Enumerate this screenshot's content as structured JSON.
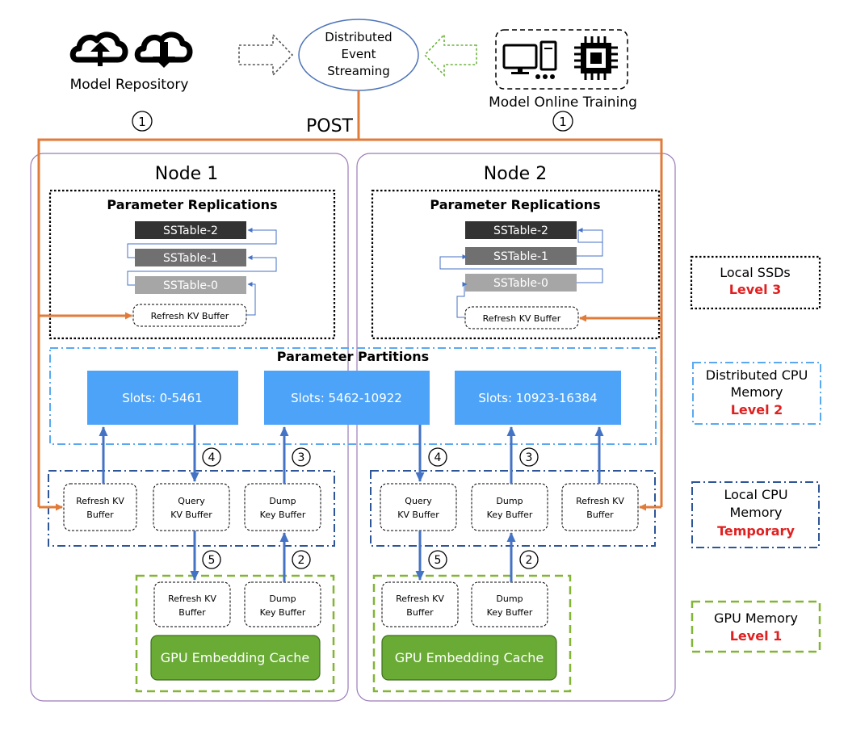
{
  "top": {
    "model_repository": "Model Repository",
    "event_streaming": [
      "Distributed",
      "Event",
      "Streaming"
    ],
    "model_online_training": "Model Online Training",
    "post_label": "POST",
    "step_marker": "1"
  },
  "nodes": [
    {
      "title": "Node 1",
      "replications_title": "Parameter Replications",
      "sstables": [
        "SSTable-2",
        "SSTable-1",
        "SSTable-0"
      ],
      "refresh_buffer": "Refresh KV Buffer",
      "cpu_buffers": [
        [
          "Refresh KV",
          "Buffer"
        ],
        [
          "Query",
          "KV Buffer"
        ],
        [
          "Dump",
          "Key Buffer"
        ]
      ],
      "gpu_buffers": [
        [
          "Refresh KV",
          "Buffer"
        ],
        [
          "Dump",
          "Key Buffer"
        ]
      ],
      "gpu_cache": "GPU Embedding Cache",
      "markers": [
        "4",
        "3",
        "5",
        "2"
      ]
    },
    {
      "title": "Node 2",
      "replications_title": "Parameter Replications",
      "sstables": [
        "SSTable-2",
        "SSTable-1",
        "SSTable-0"
      ],
      "refresh_buffer": "Refresh KV Buffer",
      "cpu_buffers": [
        [
          "Query",
          "KV Buffer"
        ],
        [
          "Dump",
          "Key Buffer"
        ],
        [
          "Refresh KV",
          "Buffer"
        ]
      ],
      "gpu_buffers": [
        [
          "Refresh KV",
          "Buffer"
        ],
        [
          "Dump",
          "Key Buffer"
        ]
      ],
      "gpu_cache": "GPU Embedding Cache",
      "markers": [
        "4",
        "3",
        "5",
        "2"
      ]
    }
  ],
  "partitions": {
    "title": "Parameter Partitions",
    "slots": [
      "Slots: 0-5461",
      "Slots: 5462-10922",
      "Slots: 10923-16384"
    ]
  },
  "legend": [
    {
      "label": [
        "Local SSDs"
      ],
      "level": "Level 3"
    },
    {
      "label": [
        "Distributed CPU",
        "Memory"
      ],
      "level": "Level 2"
    },
    {
      "label": [
        "Local CPU",
        "Memory"
      ],
      "level": "Temporary"
    },
    {
      "label": [
        "GPU Memory"
      ],
      "level": "Level 1"
    }
  ],
  "colors": {
    "orange": "#e07b39",
    "blue_arrow": "#4472c4",
    "slot_fill": "#4da3f7",
    "light_blue_border": "#5aa9f0",
    "dark_blue_border": "#2e5597",
    "green_border": "#82b536",
    "green_fill": "#6aab36",
    "node_border": "#9b7ab8",
    "red": "#e02020",
    "sstable_shades": [
      "#333333",
      "#707070",
      "#a6a6a6"
    ]
  }
}
